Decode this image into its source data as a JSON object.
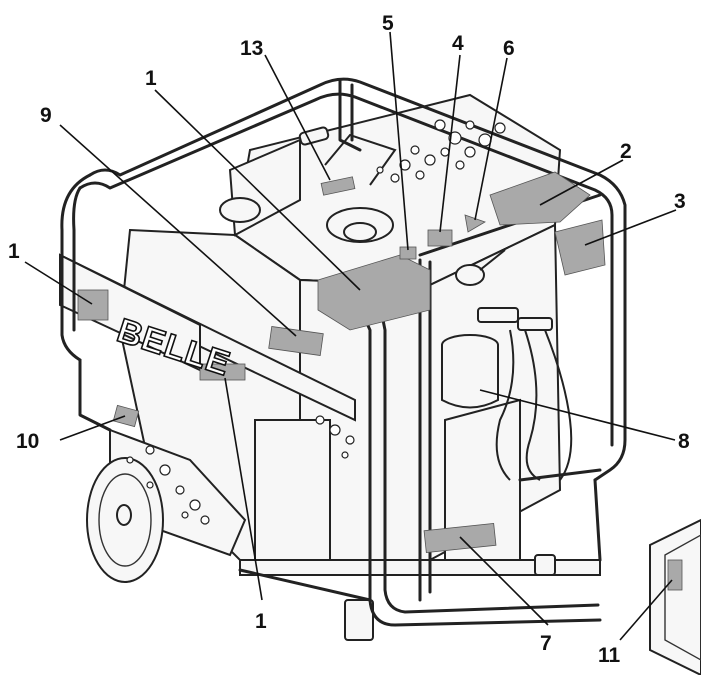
{
  "callouts": [
    {
      "id": "c13",
      "label": "13"
    },
    {
      "id": "c5",
      "label": "5"
    },
    {
      "id": "c4",
      "label": "4"
    },
    {
      "id": "c6",
      "label": "6"
    },
    {
      "id": "c1a",
      "label": "1"
    },
    {
      "id": "c9",
      "label": "9"
    },
    {
      "id": "c2",
      "label": "2"
    },
    {
      "id": "c3",
      "label": "3"
    },
    {
      "id": "c1b",
      "label": "1"
    },
    {
      "id": "c10",
      "label": "10"
    },
    {
      "id": "c8",
      "label": "8"
    },
    {
      "id": "c1c",
      "label": "1"
    },
    {
      "id": "c7",
      "label": "7"
    },
    {
      "id": "c11",
      "label": "11"
    }
  ],
  "brand_text": "BELLE",
  "colors": {
    "label_patch": "#a9a9a9",
    "line": "#222222",
    "background": "#ffffff"
  }
}
